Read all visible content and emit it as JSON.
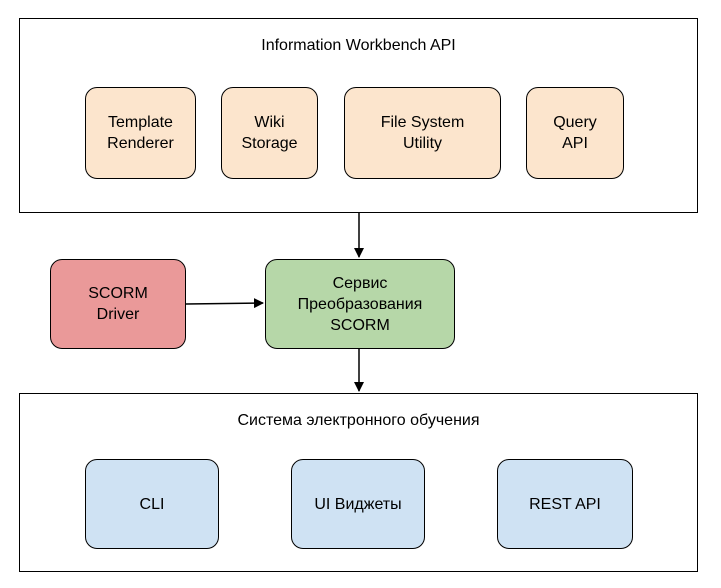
{
  "top_container": {
    "title": "Information Workbench API",
    "components": [
      {
        "label": "Template\nRenderer"
      },
      {
        "label": "Wiki\nStorage"
      },
      {
        "label": "File System\nUtility"
      },
      {
        "label": "Query\nAPI"
      }
    ]
  },
  "middle": {
    "driver": {
      "label": "SCORM\nDriver"
    },
    "service": {
      "label": "Сервис\nПреобразования\nSCORM"
    }
  },
  "bottom_container": {
    "title": "Система электронного обучения",
    "components": [
      {
        "label": "CLI"
      },
      {
        "label": "UI Виджеты"
      },
      {
        "label": "REST API"
      }
    ]
  },
  "colors": {
    "component_top": "#fce5cd",
    "driver": "#ea9999",
    "service": "#b6d7a8",
    "component_bottom": "#cfe2f3"
  }
}
